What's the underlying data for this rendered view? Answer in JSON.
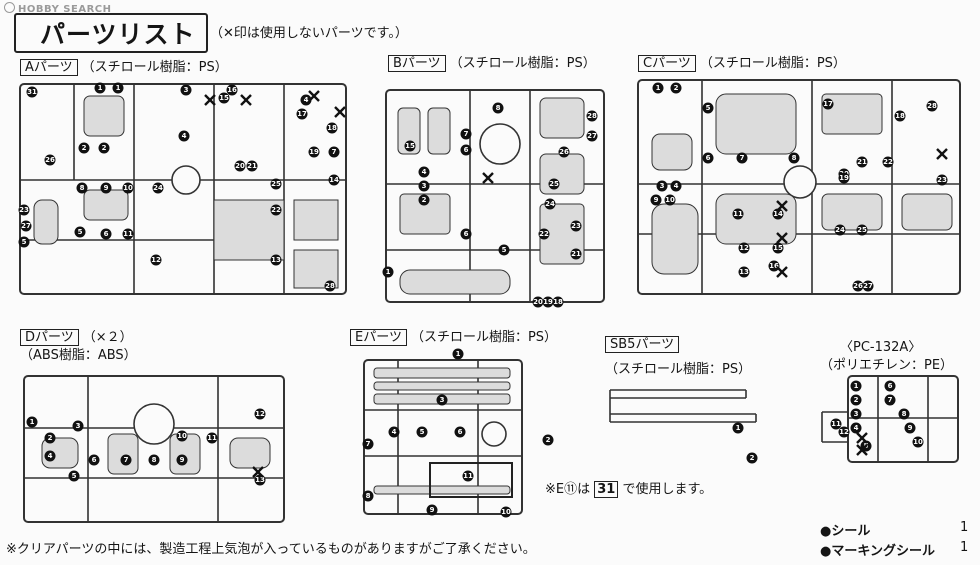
{
  "watermark": "HOBBY SEARCH",
  "header": {
    "title": "パーツリスト",
    "note": "（✕印は使用しないパーツです。）"
  },
  "sprues": {
    "A": {
      "name": "Aパーツ",
      "material": "（スチロール樹脂：PS）",
      "numbers": [
        "31",
        "1",
        "1",
        "3",
        "15",
        "16",
        "4",
        "20",
        "21",
        "2",
        "2",
        "4",
        "17",
        "18",
        "19",
        "7",
        "8",
        "9",
        "10",
        "24",
        "25",
        "22",
        "23",
        "27",
        "5",
        "5",
        "6",
        "11",
        "12",
        "13",
        "14",
        "26",
        "28"
      ]
    },
    "B": {
      "name": "Bパーツ",
      "material": "（スチロール樹脂：PS）",
      "numbers": [
        "15",
        "8",
        "7",
        "28",
        "6",
        "4",
        "3",
        "2",
        "1",
        "27",
        "26",
        "25",
        "24",
        "23",
        "22",
        "6",
        "5",
        "21",
        "20",
        "19",
        "18"
      ]
    },
    "C": {
      "name": "Cパーツ",
      "material": "（スチロール樹脂：PS）",
      "numbers": [
        "1",
        "2",
        "5",
        "17",
        "18",
        "28",
        "6",
        "7",
        "8",
        "22",
        "21",
        "20",
        "3",
        "4",
        "19",
        "9",
        "10",
        "11",
        "14",
        "15",
        "12",
        "13",
        "16",
        "23",
        "24",
        "25",
        "26",
        "27"
      ]
    },
    "D": {
      "name": "Dパーツ",
      "count": "（×２）",
      "material": "（ABS樹脂：ABS）",
      "numbers": [
        "1",
        "2",
        "3",
        "4",
        "5",
        "6",
        "7",
        "8",
        "9",
        "10",
        "11",
        "12",
        "13"
      ]
    },
    "E": {
      "name": "Eパーツ",
      "material": "（スチロール樹脂：PS）",
      "numbers": [
        "1",
        "2",
        "3",
        "4",
        "5",
        "6",
        "7",
        "8",
        "9",
        "10",
        "11"
      ]
    },
    "SB5": {
      "name": "SB5パーツ",
      "material": "（スチロール樹脂：PS）",
      "numbers": [
        "1",
        "2"
      ]
    },
    "PC": {
      "name": "〈PC-132A〉",
      "material": "（ポリエチレン：PE）",
      "numbers": [
        "1",
        "2",
        "3",
        "4",
        "5",
        "6",
        "7",
        "8",
        "9",
        "10",
        "11",
        "12"
      ]
    }
  },
  "e11_note": {
    "prefix": "※E⑪は",
    "ref": "31",
    "suffix": "で使用します。"
  },
  "footer_note": "※クリアパーツの中には、製造工程上気泡が入っているものがありますがご了承ください。",
  "seals": [
    {
      "label": "●シール",
      "qty": "1"
    },
    {
      "label": "●マーキングシール",
      "qty": "1"
    }
  ]
}
